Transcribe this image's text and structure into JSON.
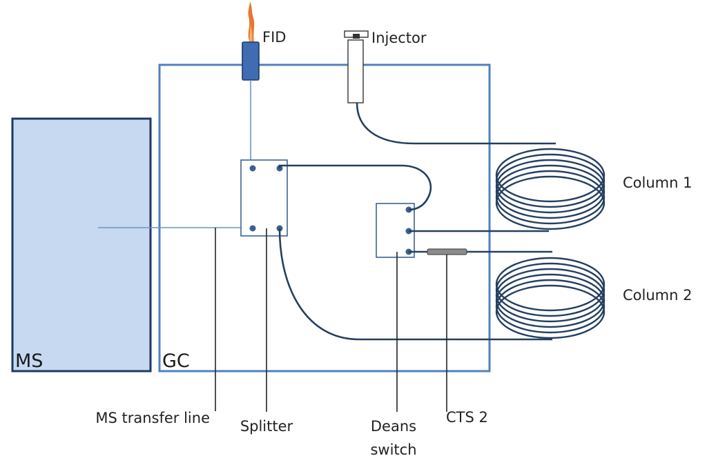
{
  "labels": {
    "fid": "FID",
    "injector": "Injector",
    "column1": "Column 1",
    "column2": "Column 2",
    "ms": "MS",
    "gc": "GC",
    "ms_transfer_line": "MS transfer line",
    "splitter": "Splitter",
    "deans_line1": "Deans",
    "deans_line2": "switch",
    "cts2": "CTS 2"
  },
  "colors": {
    "ms_fill": "#c6d9f1",
    "ms_border": "#1f3864",
    "gc_border": "#4f81bd",
    "fid_fill": "#3f6cb3",
    "flame": "#e8772e",
    "tubing": "#243f60",
    "transfer_line": "#6a93c4"
  }
}
